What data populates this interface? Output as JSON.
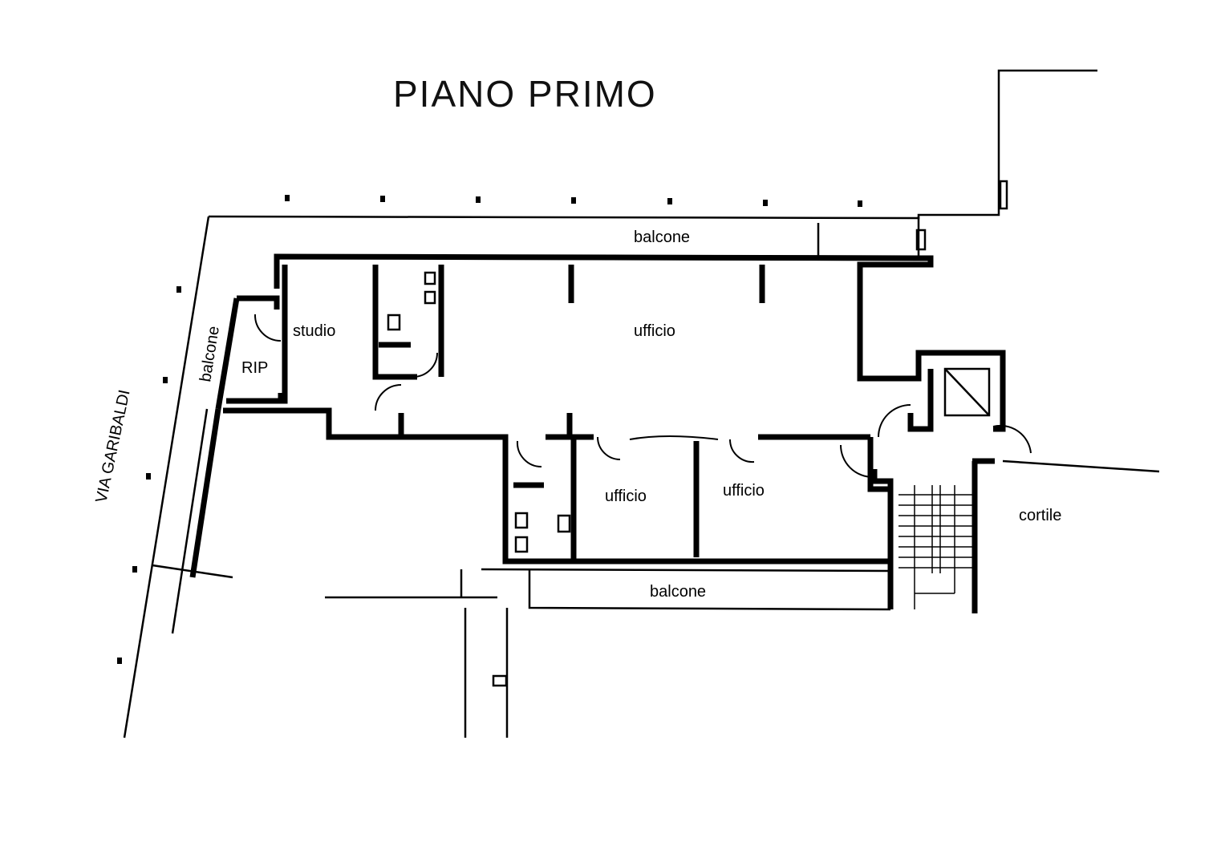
{
  "title": "PIANO PRIMO",
  "street": "VIA GARIBALDI",
  "rooms": {
    "balcone_top": "balcone",
    "balcone_left": "balcone",
    "balcone_bottom": "balcone",
    "studio": "studio",
    "rip": "RIP",
    "ufficio_main": "ufficio",
    "ufficio_left": "ufficio",
    "ufficio_right": "ufficio",
    "cortile": "cortile"
  }
}
